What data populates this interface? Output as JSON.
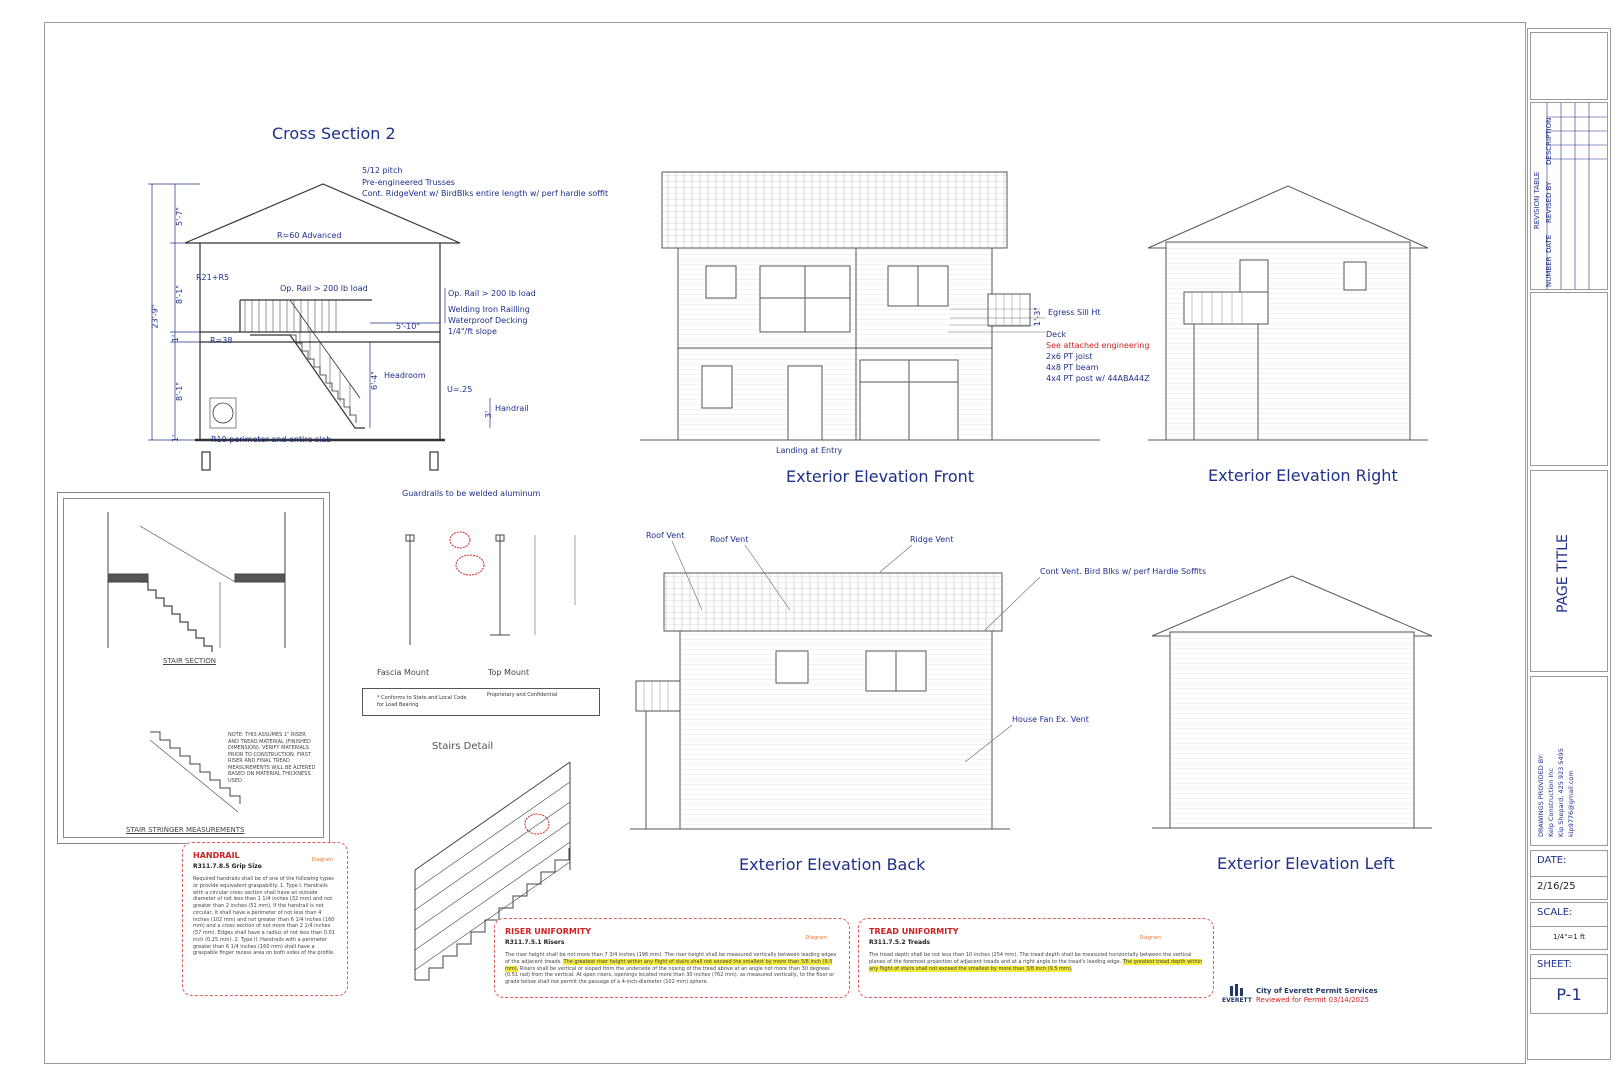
{
  "titles": {
    "cross_section": "Cross Section 2",
    "elev_front": "Exterior Elevation Front",
    "elev_right": "Exterior Elevation Right",
    "elev_back": "Exterior Elevation Back",
    "elev_left": "Exterior Elevation Left",
    "stairs_detail": "Stairs Detail",
    "stair_section": "STAIR SECTION",
    "stair_stringer": "STAIR STRINGER MEASUREMENTS"
  },
  "cross_section_notes": {
    "pitch": "5/12 pitch",
    "trusses": "Pre-engineered Trusses",
    "ridgevent": "Cont. RidgeVent w/ BirdBlks entire length w/ perf hardie soffit",
    "r60": "R=60 Advanced",
    "r21": "R21+R5",
    "op_rail_left": "Op. Rail > 200 lb load",
    "op_rail_right": "Op. Rail > 200 lb load",
    "welding": "Welding Iron Railling",
    "decking": "Waterproof Decking",
    "slope": "1/4\"/ft slope",
    "r38": "R=38",
    "dim_510": "5'-10\"",
    "headroom": "Headroom",
    "dim_64": "6'-4\"",
    "u25": "U=.25",
    "handrail": "Handrail",
    "r10": "R10 perimeter and entire slab",
    "dim_total": "23'-9\"",
    "dim_57": "5'-7\"",
    "dim_81a": "8'-1\"",
    "dim_1a": "1'",
    "dim_81b": "8'-1\"",
    "dim_1b": "1'",
    "dim_3": "3'"
  },
  "front_notes": {
    "egress": "Egress Sill Ht",
    "dim_egress": "1'-3\"",
    "deck": "Deck",
    "engineering": "See attached engineering",
    "joist": "2x6 PT joist",
    "beam": "4x8 PT beam",
    "post": "4x4 PT post w/ 44ABA44Z",
    "landing": "Landing at Entry"
  },
  "back_notes": {
    "roof_vent_1": "Roof Vent",
    "roof_vent_2": "Roof Vent",
    "ridge_vent": "Ridge Vent",
    "cont_vent": "Cont Vent. Bird Blks w/ perf Hardie Soffits",
    "house_fan": "House Fan Ex. Vent"
  },
  "guardrail_notes": {
    "heading": "Guardrails to be welded aluminum",
    "fascia": "Fascia Mount",
    "top": "Top Mount",
    "conform": "* Conforms to State and Local Code for Load Bearing",
    "proprietary": "Proprietary and Confidential"
  },
  "code_boxes": {
    "handrail": {
      "heading": "HANDRAIL",
      "section": "R311.7.8.5 Grip Size",
      "body": "Required handrails shall be of one of the following types or provide equivalent graspability. 1. Type I. Handrails with a circular cross section shall have an outside diameter of not less than 1 1/4 inches (32 mm) and not greater than 2 inches (51 mm). If the handrail is not circular, it shall have a perimeter of not less than 4 inches (102 mm) and not greater than 6 1/4 inches (160 mm) and a cross section of not more than 2 1/4 inches (57 mm). Edges shall have a radius of not less than 0.01 inch (0.25 mm). 2. Type II. Handrails with a perimeter greater than 6 1/4 inches (160 mm) shall have a graspable finger recess area on both sides of the profile."
    },
    "riser": {
      "heading": "RISER UNIFORMITY",
      "section": "R311.7.5.1 Risers",
      "body_pre": "The riser height shall be not more than 7 3/4 inches (196 mm). The riser height shall be measured vertically between leading edges of the adjacent treads. ",
      "body_hl": "The greatest riser height within any flight of stairs shall not exceed the smallest by more than 3/8 inch (9.5 mm).",
      "body_post": " Risers shall be vertical or sloped from the underside of the nosing of the tread above at an angle not more than 30 degrees (0.51 rad) from the vertical. At open risers, openings located more than 30 inches (762 mm), as measured vertically, to the floor or grade below shall not permit the passage of a 4-inch-diameter (102 mm) sphere."
    },
    "tread": {
      "heading": "TREAD UNIFORMITY",
      "section": "R311.7.5.2 Treads",
      "body_pre": "The tread depth shall be not less than 10 inches (254 mm). The tread depth shall be measured horizontally between the vertical planes of the foremost projection of adjacent treads and at a right angle to the tread's leading edge. ",
      "body_hl": "The greatest tread depth within any flight of stairs shall not exceed the smallest by more than 3/8 inch (9.5 mm)."
    },
    "diagram_tag": "Diagram"
  },
  "stamp": {
    "org": "EVERETT",
    "line1": "City of Everett Permit Services",
    "line2": "Reviewed for Permit 03/14/2025"
  },
  "title_block": {
    "revision_table": "REVISION TABLE",
    "number": "NUMBER",
    "date_col": "DATE",
    "revised_by": "REVISED BY",
    "description": "DESCRIPTION",
    "page_title": "PAGE TITLE",
    "drawings_by": "DRAWINGS PROVIDED BY:",
    "company": "Kelp Construction Inc",
    "contact": "Kip Shepard, 425 923 5495",
    "email": "kip9776@gmail.com",
    "date_label": "DATE:",
    "date_value": "2/16/25",
    "scale_label": "SCALE:",
    "scale_value": "1/4\"=1 ft",
    "sheet_label": "SHEET:",
    "sheet_value": "P-1"
  },
  "colors": {
    "ink": "#1f2f8a",
    "red": "#d42020",
    "highlight": "#f3ea3b",
    "line": "#555555"
  }
}
